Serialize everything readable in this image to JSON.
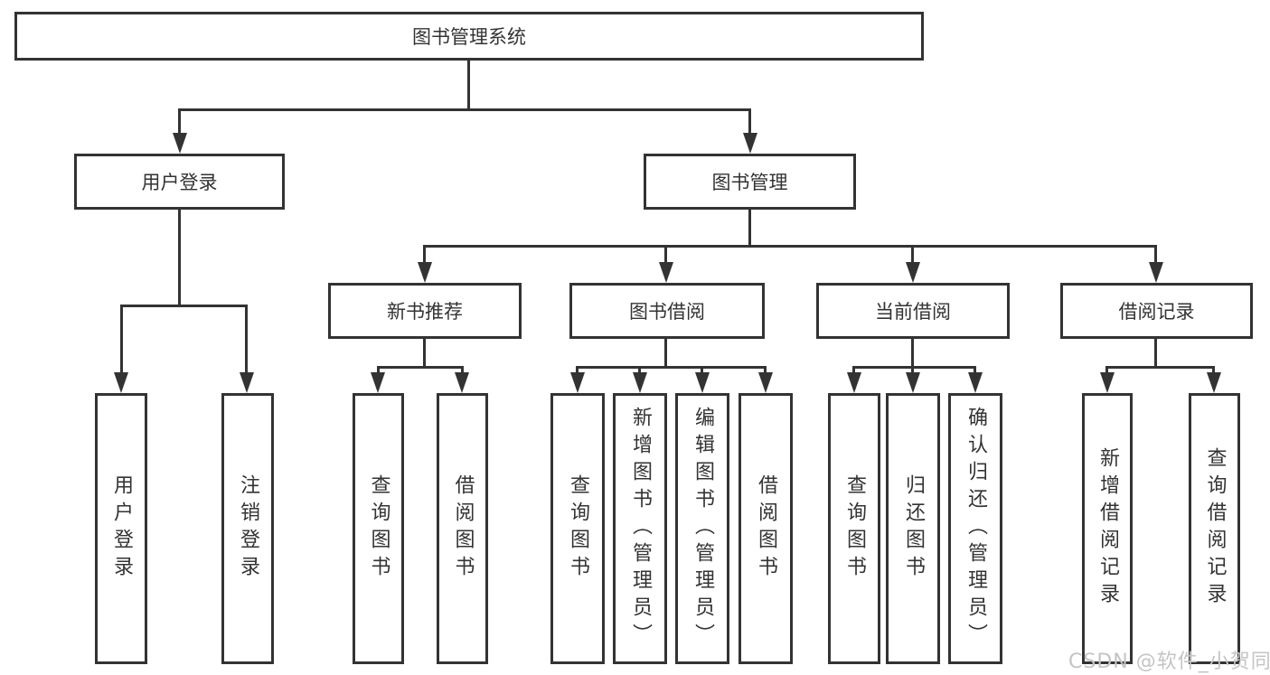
{
  "diagram": {
    "root": {
      "label": "图书管理系统"
    },
    "branches": [
      {
        "label": "用户登录",
        "children": [
          {
            "label": "用户登录"
          },
          {
            "label": "注销登录"
          }
        ]
      },
      {
        "label": "图书管理",
        "children": [
          {
            "label": "新书推荐",
            "children": [
              {
                "label": "查询图书"
              },
              {
                "label": "借阅图书"
              }
            ]
          },
          {
            "label": "图书借阅",
            "children": [
              {
                "label": "查询图书"
              },
              {
                "label": "新增图书（管理员）"
              },
              {
                "label": "编辑图书（管理员）"
              },
              {
                "label": "借阅图书"
              }
            ]
          },
          {
            "label": "当前借阅",
            "children": [
              {
                "label": "查询图书"
              },
              {
                "label": "归还图书"
              },
              {
                "label": "确认归还（管理员）"
              }
            ]
          },
          {
            "label": "借阅记录",
            "children": [
              {
                "label": "新增借阅记录"
              },
              {
                "label": "查询借阅记录"
              }
            ]
          }
        ]
      }
    ]
  },
  "watermark": {
    "text": "CSDN @软件_小贺同学"
  },
  "colors": {
    "line": "#333333",
    "text": "#333333",
    "background": "#ffffff",
    "watermark": "#c4c4c4"
  }
}
